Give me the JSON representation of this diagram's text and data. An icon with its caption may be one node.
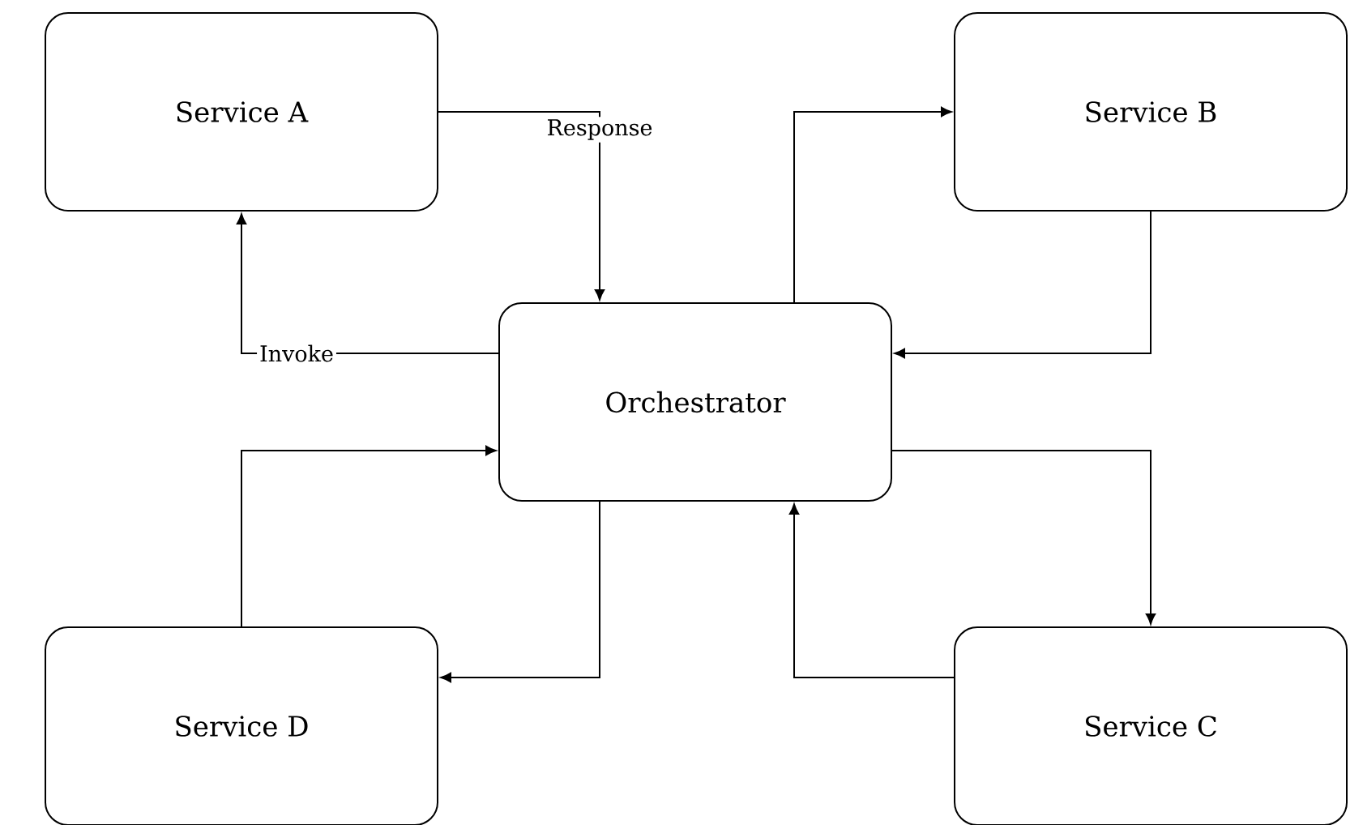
{
  "diagram": {
    "nodes": [
      {
        "text": [
          "Service A"
        ]
      },
      {
        "text": [
          "Service B"
        ]
      },
      {
        "text": [
          "Orchestrator"
        ]
      },
      {
        "text": [
          "Service D"
        ]
      },
      {
        "text": [
          "Service C"
        ]
      }
    ],
    "edges": [
      {
        "from": 2,
        "to": 0,
        "arrow": "to",
        "label": "Invoke"
      },
      {
        "from": 0,
        "to": 2,
        "arrow": "to",
        "label": "Response"
      },
      {
        "from": 2,
        "to": 1,
        "arrow": "to"
      },
      {
        "from": 1,
        "to": 2,
        "arrow": "to"
      },
      {
        "from": 2,
        "to": 4,
        "arrow": "to"
      },
      {
        "from": 4,
        "to": 2,
        "arrow": "to"
      },
      {
        "from": 2,
        "to": 3,
        "arrow": "to"
      },
      {
        "from": 3,
        "to": 2,
        "arrow": "to"
      }
    ]
  }
}
